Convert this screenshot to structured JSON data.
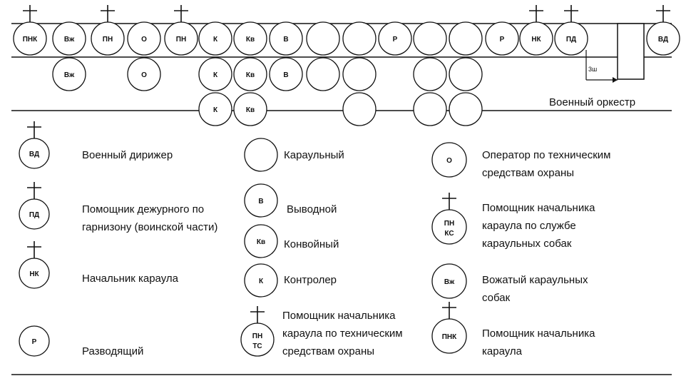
{
  "formation_rows": [
    {
      "items": [
        {
          "label": "ПНК",
          "cross": true
        },
        {
          "label": "Вж",
          "cross": false
        },
        {
          "label": "ПН",
          "cross": true
        },
        {
          "label": "О",
          "cross": false
        },
        {
          "label": "ПН",
          "cross": true
        },
        {
          "label": "К",
          "cross": false
        },
        {
          "label": "Кв",
          "cross": false
        },
        {
          "label": "В",
          "cross": false
        },
        {
          "label": "",
          "cross": false
        },
        {
          "label": "",
          "cross": false
        },
        {
          "label": "Р",
          "cross": false
        },
        {
          "label": "",
          "cross": false
        },
        {
          "label": "",
          "cross": false
        },
        {
          "label": "Р",
          "cross": false
        },
        {
          "label": "НК",
          "cross": true
        },
        {
          "label": "ПД",
          "cross": true
        },
        {
          "label": "ВД",
          "cross": true
        }
      ]
    },
    {
      "items": [
        {
          "label": "Вж"
        },
        {
          "label": "О"
        },
        {
          "label": "К"
        },
        {
          "label": "Кв"
        },
        {
          "label": "В"
        },
        {
          "label": ""
        },
        {
          "label": ""
        },
        {
          "label": ""
        },
        {
          "label": ""
        }
      ]
    },
    {
      "items": [
        {
          "label": "К"
        },
        {
          "label": "Кв"
        },
        {
          "label": ""
        },
        {
          "label": ""
        },
        {
          "label": ""
        }
      ]
    }
  ],
  "distance_label": "3ш",
  "orchestra_label": "Военный оркестр",
  "legend": [
    {
      "symbol": "ВД",
      "cross": true,
      "lines": [
        "Военный дирижер"
      ]
    },
    {
      "symbol": "ПД",
      "cross": true,
      "lines": [
        "Помощник дежурного по",
        "гарнизону (воинской части)"
      ]
    },
    {
      "symbol": "НК",
      "cross": true,
      "lines": [
        "Начальник караула"
      ]
    },
    {
      "symbol": "Р",
      "cross": false,
      "lines": [
        "Разводящий"
      ]
    },
    {
      "symbol": "",
      "cross": false,
      "lines": [
        "Караульный"
      ]
    },
    {
      "symbol": "В",
      "cross": false,
      "lines": [
        "Выводной"
      ]
    },
    {
      "symbol": "Кв",
      "cross": false,
      "lines": [
        "Конвойный"
      ]
    },
    {
      "symbol": "К",
      "cross": false,
      "lines": [
        "Контролер"
      ]
    },
    {
      "symbol": "ПН ТС",
      "cross": true,
      "lines": [
        "Помощник начальника",
        "караула по техническим",
        "средствам охраны"
      ]
    },
    {
      "symbol": "О",
      "cross": false,
      "lines": [
        "Оператор по техническим",
        "средствам охраны"
      ]
    },
    {
      "symbol": "ПН КС",
      "cross": true,
      "lines": [
        "Помощник начальника",
        "караула по службе",
        "караульных собак"
      ]
    },
    {
      "symbol": "Вж",
      "cross": false,
      "lines": [
        "Вожатый караульных",
        "собак"
      ]
    },
    {
      "symbol": "ПНК",
      "cross": true,
      "lines": [
        "Помощник начальника",
        "караула"
      ]
    }
  ]
}
